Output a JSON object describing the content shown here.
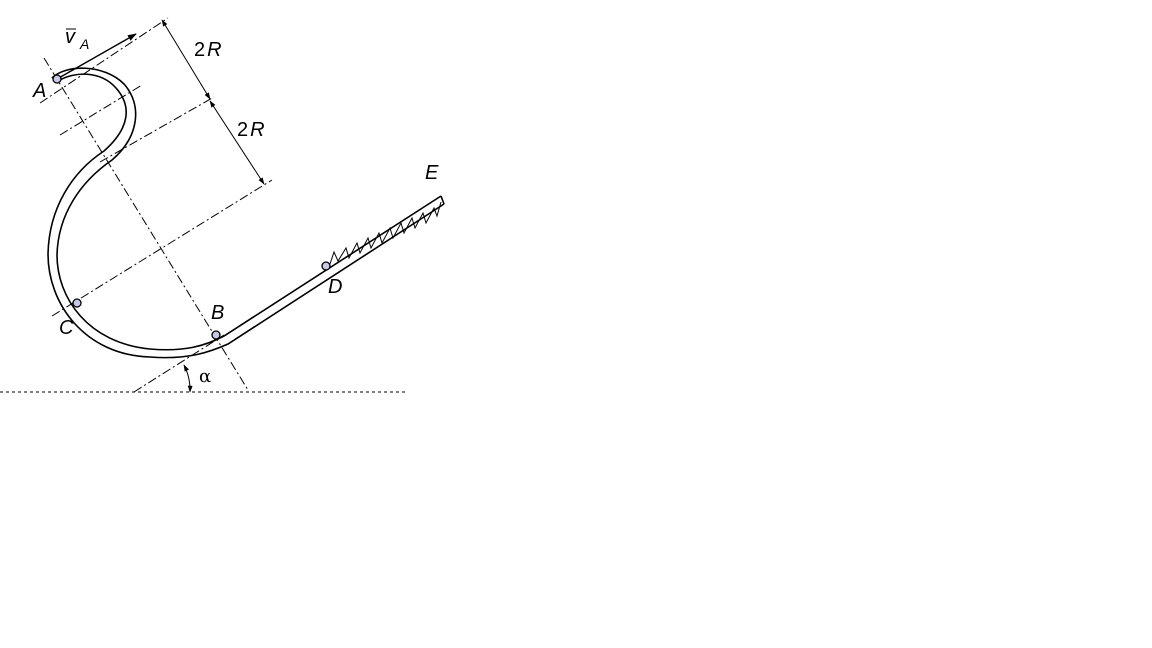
{
  "labels": {
    "velocity": "v",
    "velocity_sub": "A",
    "point_a": "A",
    "point_b": "B",
    "point_c": "C",
    "point_d": "D",
    "point_e": "E",
    "dim_upper_num": "2",
    "dim_upper_var": "R",
    "dim_lower_num": "2",
    "dim_lower_var": "R",
    "angle": "α"
  }
}
